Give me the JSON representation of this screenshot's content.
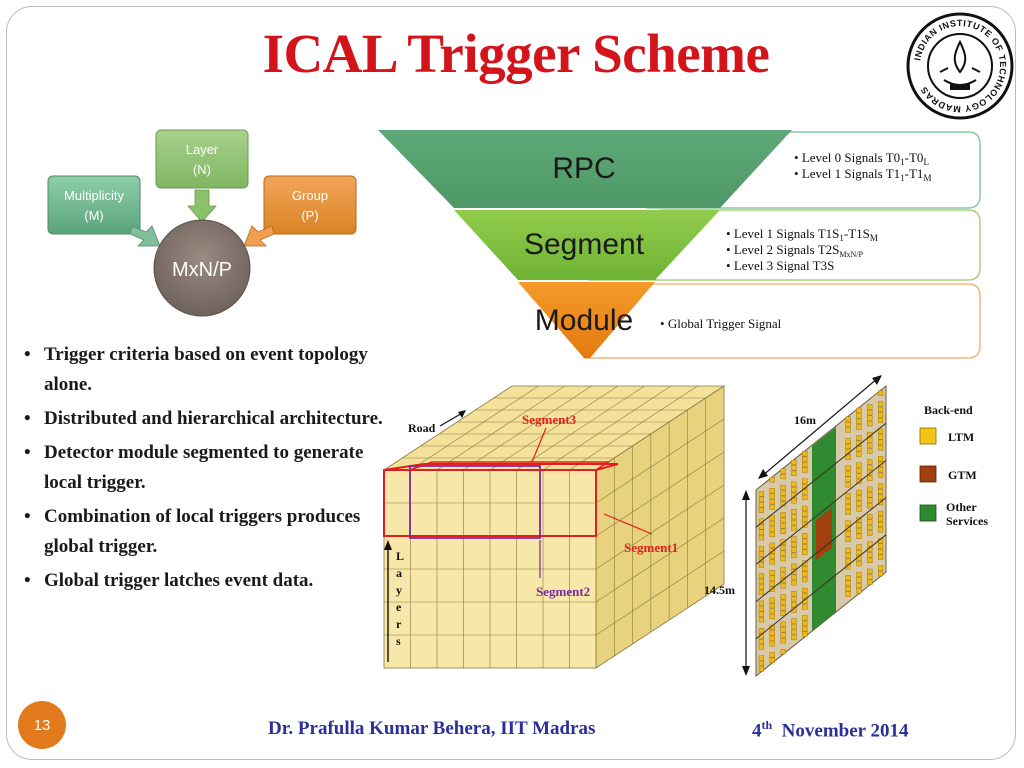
{
  "slide": {
    "title": "ICAL Trigger Scheme",
    "page_number": "13",
    "author": "Dr. Prafulla Kumar Behera, IIT Madras",
    "date_day": "4",
    "date_suffix": "th",
    "date_rest": "November 2014"
  },
  "logo": {
    "ring_text": "INDIAN INSTITUTE OF TECHNOLOGY MADRAS"
  },
  "flow": {
    "layer_line1": "Layer",
    "layer_line2": "(N)",
    "multiplicity_line1": "Multiplicity",
    "multiplicity_line2": "(M)",
    "group_line1": "Group",
    "group_line2": "(P)",
    "result": "MxN/P"
  },
  "funnel": {
    "rpc_label": "RPC",
    "segment_label": "Segment",
    "module_label": "Module",
    "rpc_signals": [
      {
        "pre": "Level 0 Signals T0",
        "s1": "1",
        "mid": "-T0",
        "s2": "L"
      },
      {
        "pre": "Level 1 Signals T1",
        "s1": "1",
        "mid": "-T1",
        "s2": "M"
      }
    ],
    "segment_signals": [
      {
        "pre": "Level 1 Signals T1S",
        "s1": "1",
        "mid": "-T1S",
        "s2": "M"
      },
      {
        "pre": "Level 2 Signals T2S",
        "s1": "MxN/P",
        "mid": "",
        "s2": ""
      },
      {
        "pre": "Level 3 Signal T3S",
        "s1": "",
        "mid": "",
        "s2": ""
      }
    ],
    "module_signal": "Global Trigger Signal"
  },
  "detector": {
    "road_label": "Road",
    "segment1_label": "Segment1",
    "segment2_label": "Segment2",
    "segment3_label": "Segment3",
    "layers_letters": [
      "L",
      "a",
      "y",
      "e",
      "r",
      "s"
    ],
    "width_label": "16m",
    "height_label": "14.5m"
  },
  "legend": {
    "title": "Back-end",
    "items": [
      {
        "label": "LTM",
        "color": "#f5c516"
      },
      {
        "label": "GTM",
        "color": "#a0400e"
      },
      {
        "label": "Other",
        "label2": "Services",
        "color": "#2f8a2f"
      }
    ]
  },
  "bullets": [
    "Trigger criteria based on event topology alone.",
    "Distributed and hierarchical architecture.",
    "Detector module segmented to generate local trigger.",
    "Combination of local triggers produces global trigger.",
    "Global trigger latches event data."
  ],
  "colors": {
    "title": "#d3141a",
    "footer": "#2a2f9a",
    "badge": "#e2791d",
    "rpc": "#4f9a68",
    "segment": "#7cbf3b",
    "module": "#f08a1e"
  }
}
